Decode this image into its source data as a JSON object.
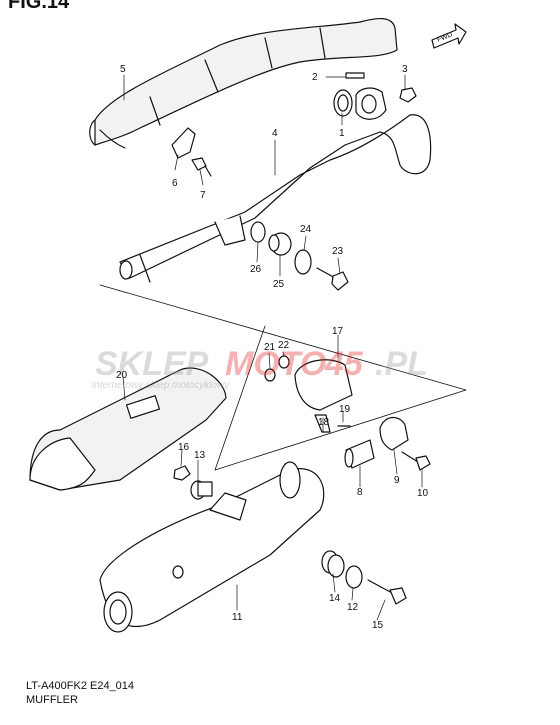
{
  "figure_title": "FIG.14",
  "fwd_label": "FWD",
  "watermark": {
    "left": "SKLEP",
    "middle": "MOTO",
    "num": "45",
    "right": ".PL",
    "tagline": "internetowy sklep motocyklowy"
  },
  "footer": {
    "code": "LT-A400FK2 E24_014",
    "name": "MUFFLER"
  },
  "callouts": [
    "1",
    "2",
    "3",
    "4",
    "5",
    "6",
    "7",
    "8",
    "9",
    "10",
    "11",
    "12",
    "13",
    "14",
    "15",
    "16",
    "17",
    "18",
    "19",
    "20",
    "21",
    "22",
    "23",
    "24",
    "25",
    "26"
  ]
}
